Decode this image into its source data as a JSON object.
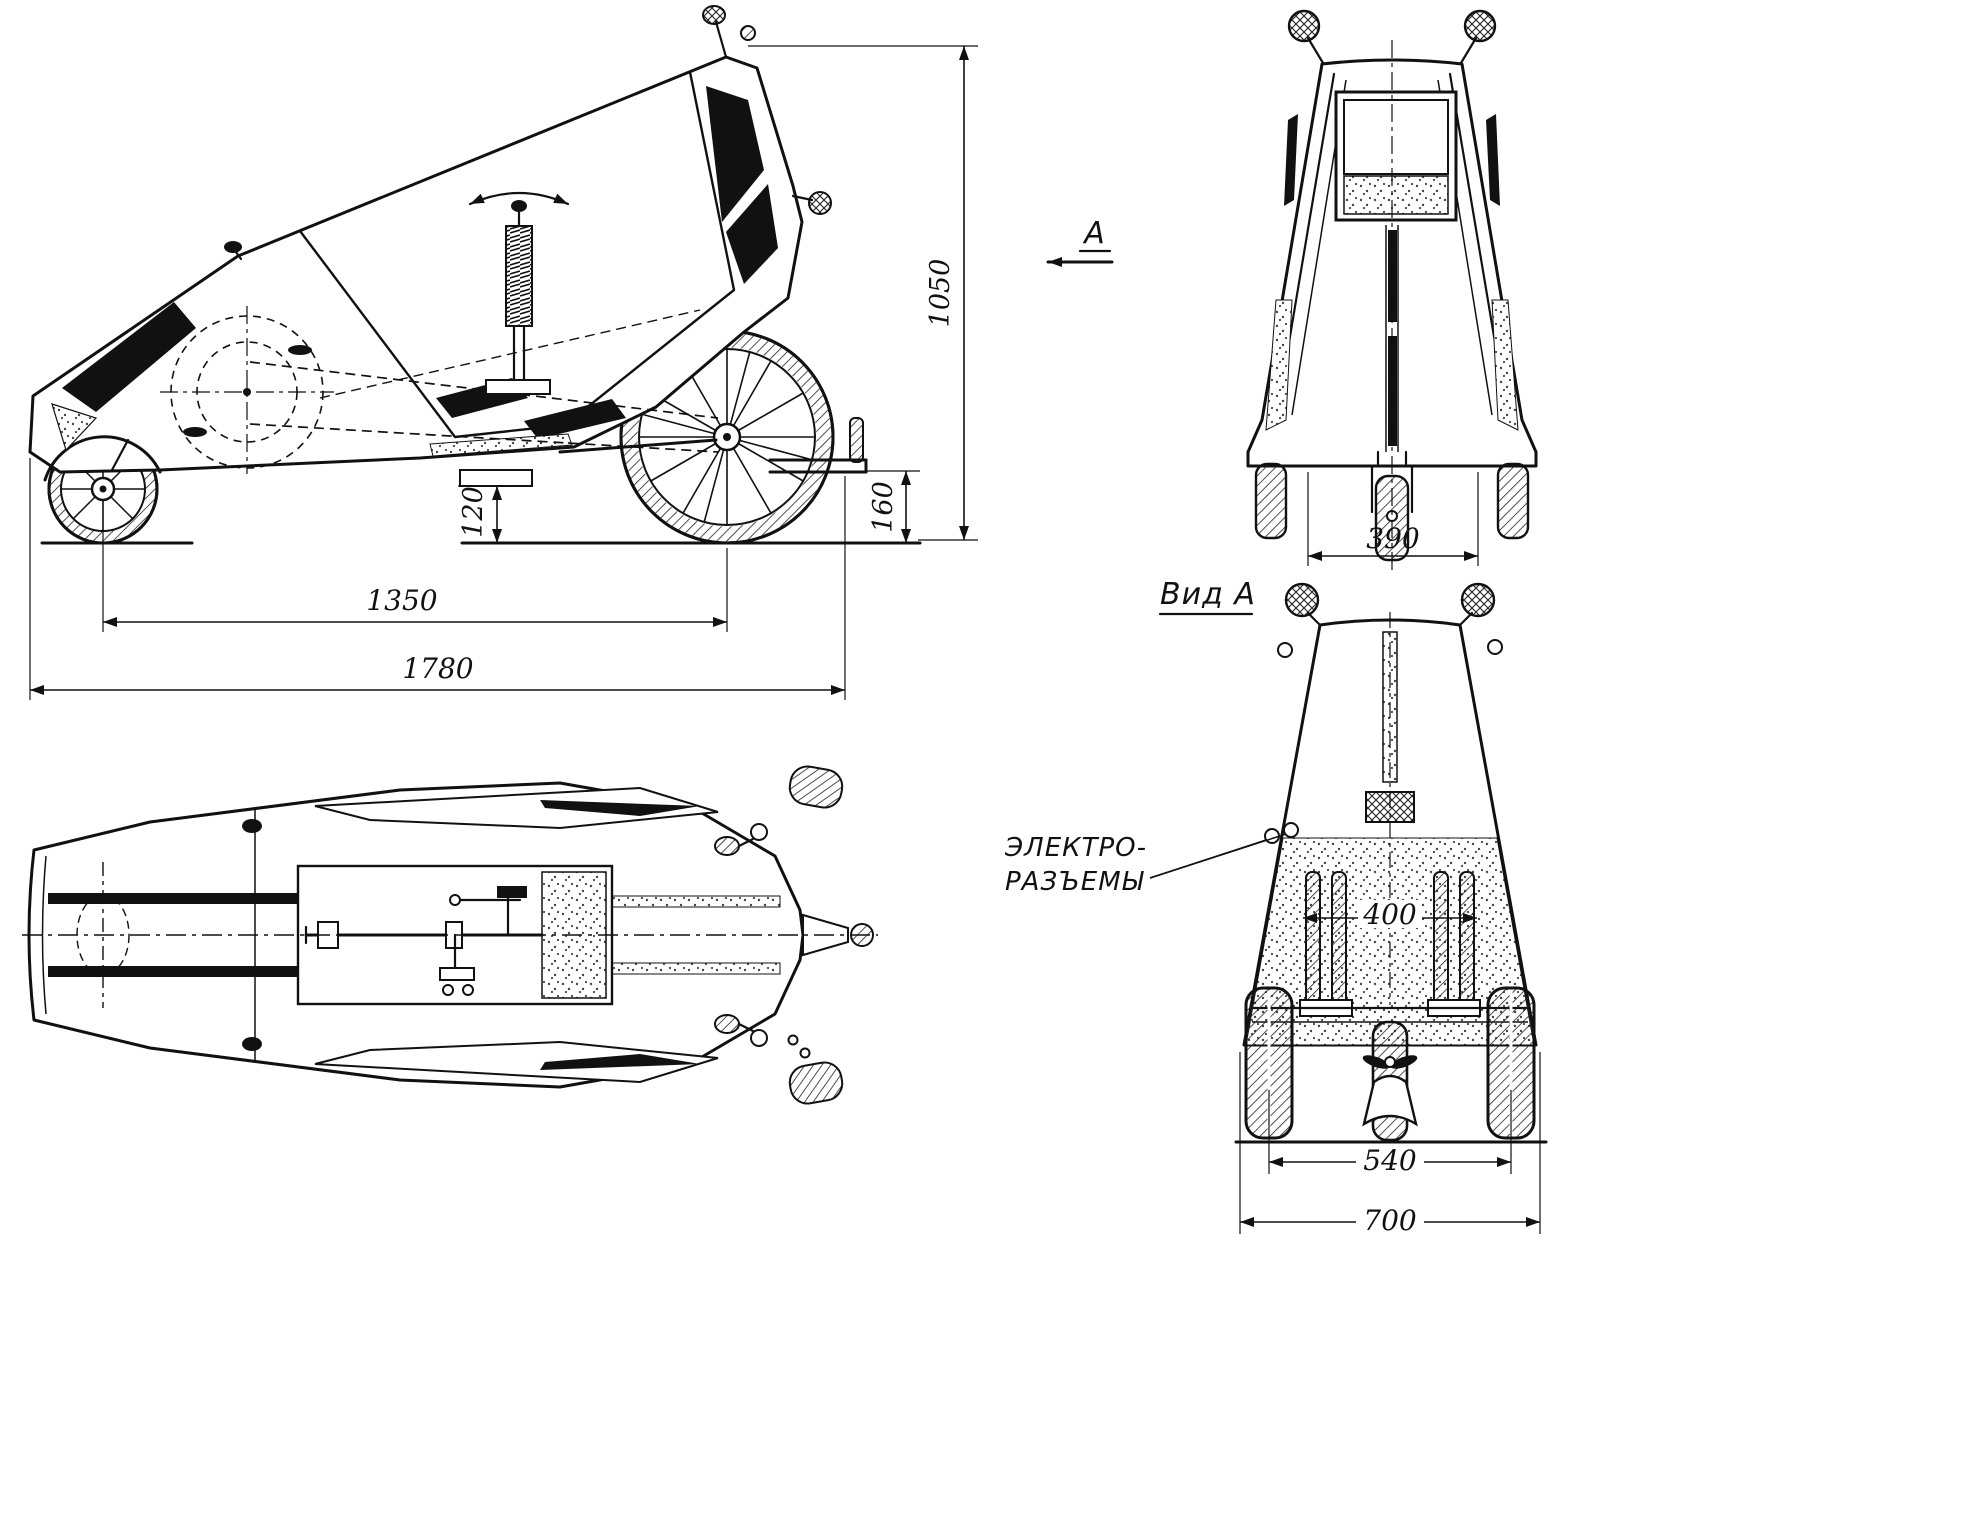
{
  "palette": {
    "ink": "#111111",
    "paper": "#ffffff"
  },
  "drawing": {
    "side_view": {
      "dims": {
        "overall_height": "1050",
        "floor_clearance": "120",
        "hitch_height": "160",
        "wheelbase": "1350",
        "overall_length": "1780"
      }
    },
    "front_view": {
      "dims": {
        "front_track": "390"
      }
    },
    "view_arrow": {
      "label": "A"
    },
    "rear_view": {
      "title": "Вид А",
      "callout": {
        "line1": "ЭЛЕКТРО-",
        "line2": "РАЗЪЕМЫ"
      },
      "dims": {
        "inner_width": "400",
        "rear_track": "540",
        "overall_width": "700"
      }
    }
  }
}
